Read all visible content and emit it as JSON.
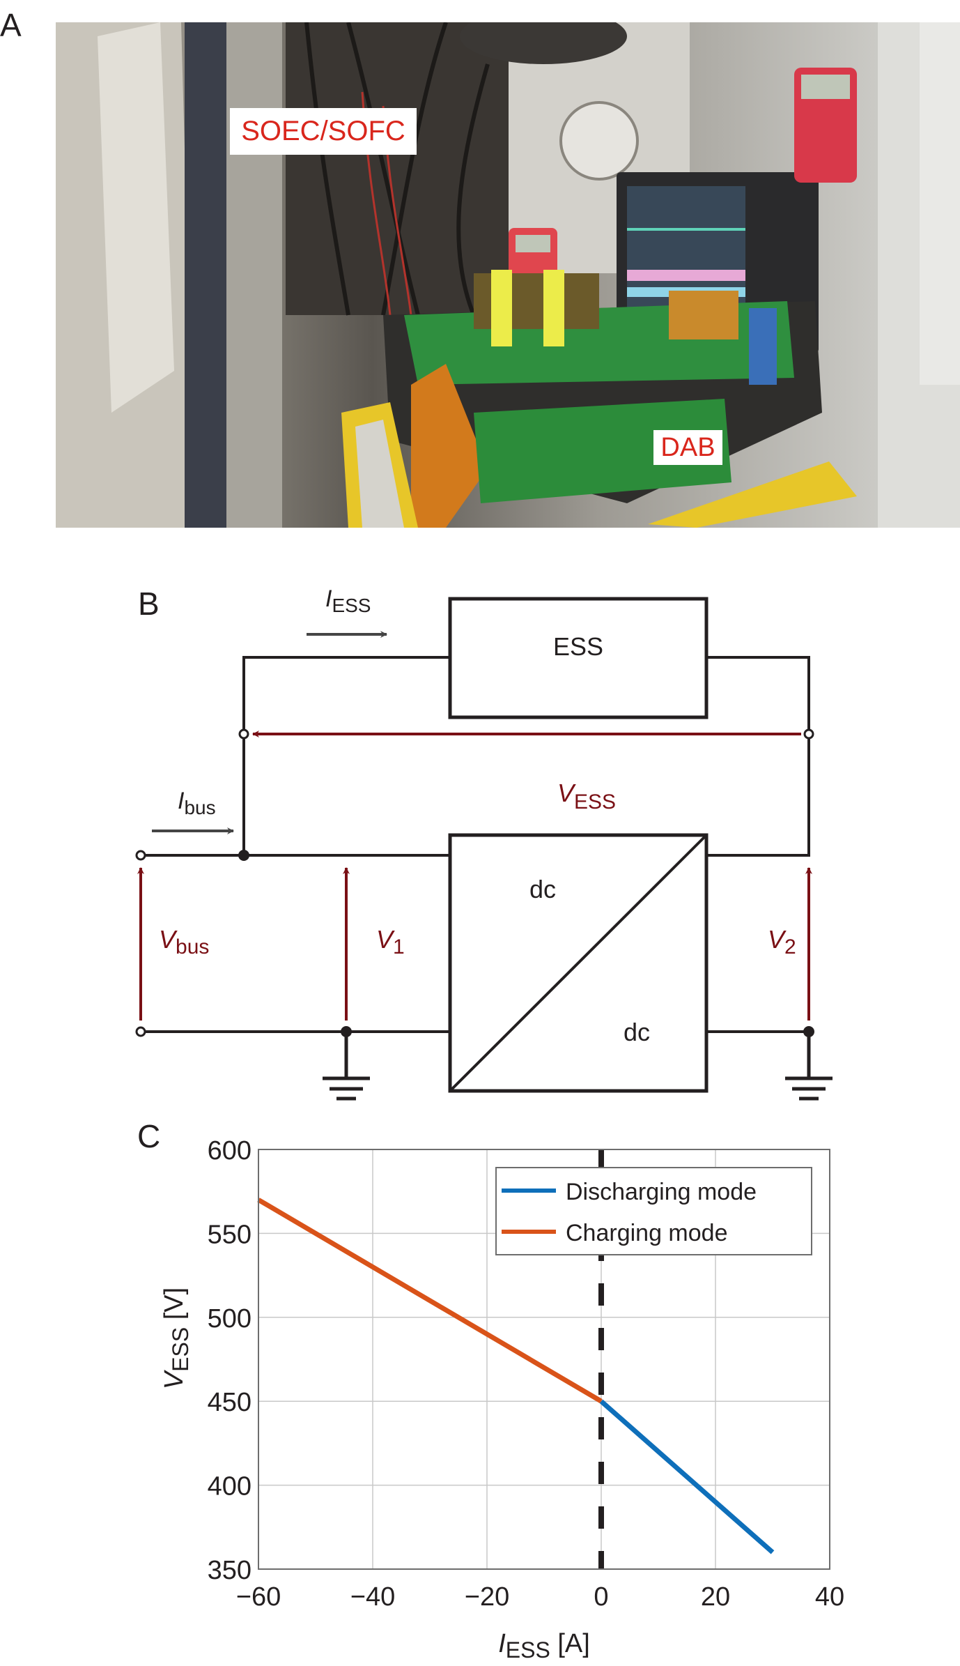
{
  "panels": {
    "a": {
      "letter": "A",
      "photo_description": "Laboratory test bench photograph",
      "labels": {
        "soec": "SOEC/SOFC",
        "dab": "DAB"
      },
      "label_color": "#d9261c"
    },
    "b": {
      "letter": "B",
      "ess_box": "ESS",
      "converter_top": "dc",
      "converter_bottom": "dc",
      "i_ess": {
        "main": "I",
        "sub": "ESS"
      },
      "i_bus": {
        "main": "I",
        "sub": "bus"
      },
      "v_ess": {
        "main": "V",
        "sub": "ESS"
      },
      "v_bus": {
        "main": "V",
        "sub": "bus"
      },
      "v1": {
        "main": "V",
        "sub": "1"
      },
      "v2": {
        "main": "V",
        "sub": "2"
      },
      "colors": {
        "wire": "#231f20",
        "voltage": "#7a1015",
        "current_arrow": "#454545"
      }
    },
    "c": {
      "letter": "C"
    }
  },
  "chart_data": {
    "type": "line",
    "title": "",
    "xlabel": {
      "main": "I",
      "sub": "ESS",
      "unit": " [A]"
    },
    "ylabel": {
      "main": "V",
      "sub": "ESS",
      "unit": " [V]"
    },
    "xlim": [
      -60,
      40
    ],
    "ylim": [
      350,
      600
    ],
    "xticks": [
      -60,
      -40,
      -20,
      0,
      20,
      40
    ],
    "xtick_labels": [
      "−60",
      "−40",
      "−20",
      "0",
      "20",
      "40"
    ],
    "yticks": [
      350,
      400,
      450,
      500,
      550,
      600
    ],
    "ytick_labels": [
      "350",
      "400",
      "450",
      "500",
      "550",
      "600"
    ],
    "grid": true,
    "legend_position": "top-right",
    "series": [
      {
        "name": "Discharging mode",
        "color": "#0e6fba",
        "x": [
          0,
          30
        ],
        "y": [
          450,
          360
        ]
      },
      {
        "name": "Charging mode",
        "color": "#d95319",
        "x": [
          -60,
          0
        ],
        "y": [
          570,
          450
        ]
      }
    ],
    "annotations": [
      {
        "type": "vertical-dashed-line",
        "x": 0,
        "color": "#231f20"
      }
    ]
  }
}
